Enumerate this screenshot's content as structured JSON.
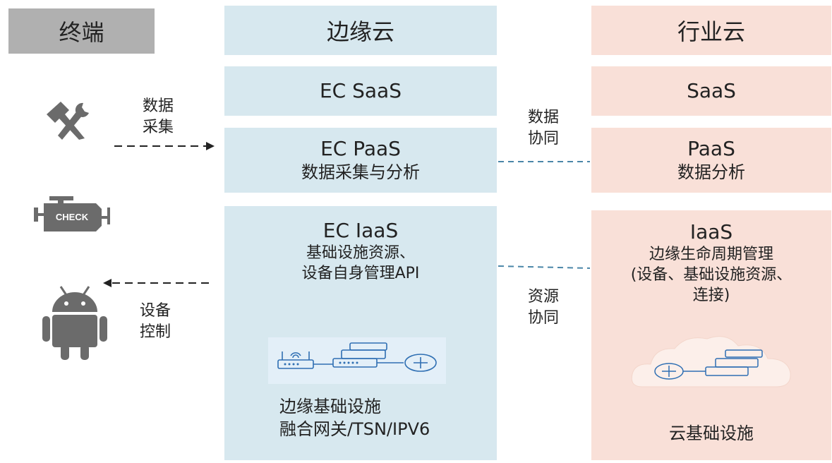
{
  "headers": {
    "terminal": "终端",
    "edge": "边缘云",
    "industry": "行业云"
  },
  "edge": {
    "saas": "EC SaaS",
    "paas_title": "EC PaaS",
    "paas_sub": "数据采集与分析",
    "iaas_title": "EC IaaS",
    "iaas_sub1": "基础设施资源、",
    "iaas_sub2": "设备自身管理API",
    "infra1": "边缘基础设施",
    "infra2": "融合网关/TSN/IPV6"
  },
  "industry": {
    "saas": "SaaS",
    "paas_title": "PaaS",
    "paas_sub": "数据分析",
    "iaas_title": "IaaS",
    "iaas_sub1": "边缘生命周期管理",
    "iaas_sub2": "(设备、基础设施资源、",
    "iaas_sub3": "连接)",
    "infra": "云基础设施"
  },
  "labels": {
    "collect1": "数据",
    "collect2": "采集",
    "control1": "设备",
    "control2": "控制",
    "sync1a": "数据",
    "sync1b": "协同",
    "sync2a": "资源",
    "sync2b": "协同"
  },
  "icons": {
    "check_text": "CHECK"
  }
}
